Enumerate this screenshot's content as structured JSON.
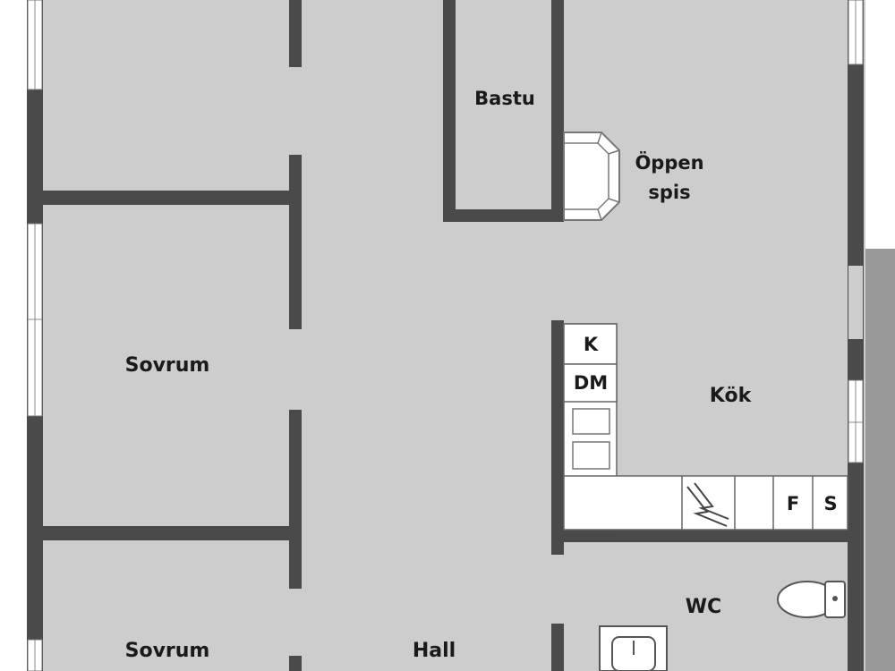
{
  "colors": {
    "floor": "#cdcdcd",
    "wall": "#4a4a4a",
    "fixture": "#ffffff",
    "fixture_stroke": "#666666",
    "exterior_band": "#999999",
    "window": "#ffffff"
  },
  "rooms": {
    "bastu": "Bastu",
    "oppen_spis_line1": "Öppen",
    "oppen_spis_line2": "spis",
    "kok": "Kök",
    "sovrum_upper": "Sovrum",
    "sovrum_lower": "Sovrum",
    "hall": "Hall",
    "wc": "WC"
  },
  "appliances": {
    "k": "K",
    "dm": "DM",
    "f": "F",
    "s": "S"
  },
  "icons": {
    "stove": "stove-icon",
    "fireplace": "fireplace-icon",
    "toilet": "toilet-icon",
    "sink": "sink-icon"
  }
}
